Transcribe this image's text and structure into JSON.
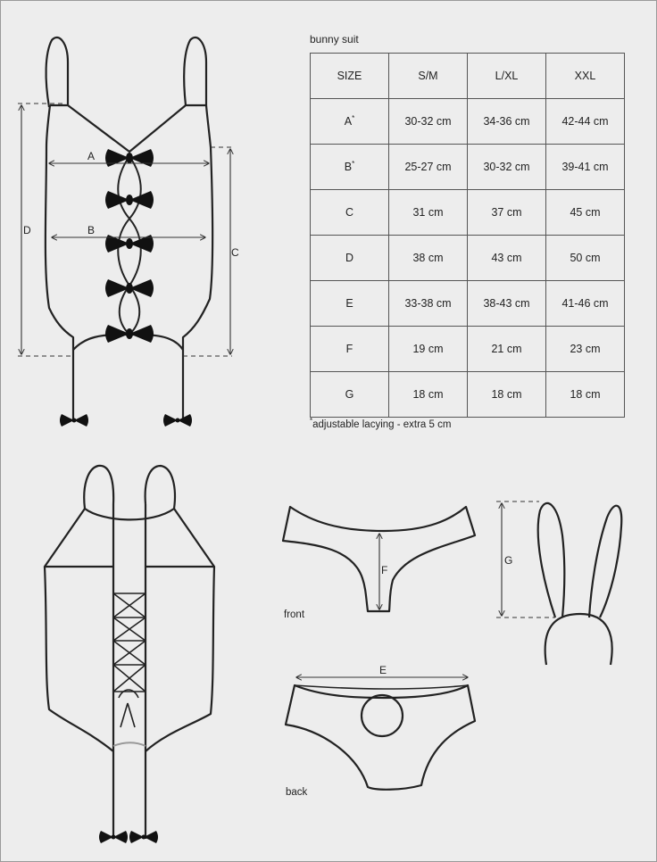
{
  "title": "bunny suit",
  "table": {
    "headers": [
      "SIZE",
      "S/M",
      "L/XL",
      "XXL"
    ],
    "rows": [
      {
        "label": "A",
        "mark": "*",
        "values": [
          "30-32 cm",
          "34-36 cm",
          "42-44 cm"
        ]
      },
      {
        "label": "B",
        "mark": "*",
        "values": [
          "25-27 cm",
          "30-32 cm",
          "39-41 cm"
        ]
      },
      {
        "label": "C",
        "mark": "",
        "values": [
          "31 cm",
          "37 cm",
          "45 cm"
        ]
      },
      {
        "label": "D",
        "mark": "",
        "values": [
          "38 cm",
          "43 cm",
          "50 cm"
        ]
      },
      {
        "label": "E",
        "mark": "",
        "values": [
          "33-38 cm",
          "38-43 cm",
          "41-46 cm"
        ]
      },
      {
        "label": "F",
        "mark": "",
        "values": [
          "19 cm",
          "21 cm",
          "23 cm"
        ]
      },
      {
        "label": "G",
        "mark": "",
        "values": [
          "18 cm",
          "18 cm",
          "18 cm"
        ]
      }
    ]
  },
  "note": {
    "mark": "*",
    "text": "adjustable lacying - extra 5 cm"
  },
  "diagram": {
    "labels": {
      "a": "A",
      "b": "B",
      "c": "C",
      "d": "D",
      "e": "E",
      "f": "F",
      "g": "G"
    },
    "captions": {
      "front": "front",
      "back": "back"
    }
  },
  "colors": {
    "background": "#ededed",
    "line": "#222222",
    "bow": "#111111",
    "guide": "#333333"
  }
}
